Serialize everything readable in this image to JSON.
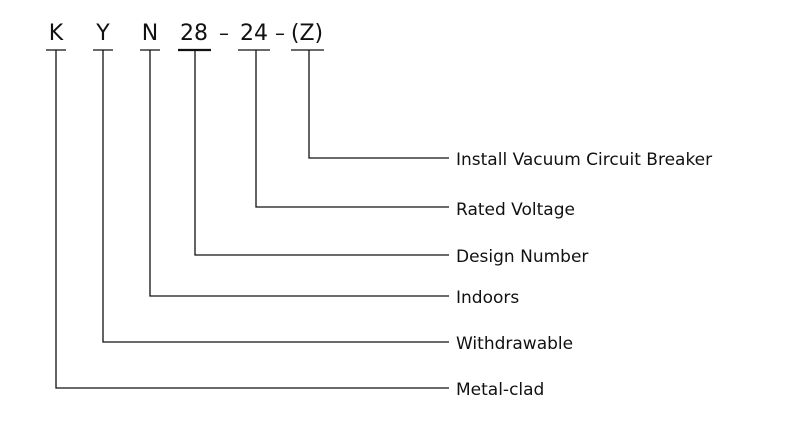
{
  "model_code": {
    "parts": [
      "K",
      "Y",
      "N",
      "28",
      "24",
      "(Z)"
    ],
    "separators": [
      "–",
      "–"
    ]
  },
  "descriptions": {
    "z": "Install Vacuum Circuit Breaker",
    "voltage": "Rated Voltage",
    "design": "Design Number",
    "n": "Indoors",
    "y": "Withdrawable",
    "k": "Metal-clad"
  },
  "colors": {
    "text": "#111111",
    "lines": "#111111",
    "background": "#ffffff"
  }
}
